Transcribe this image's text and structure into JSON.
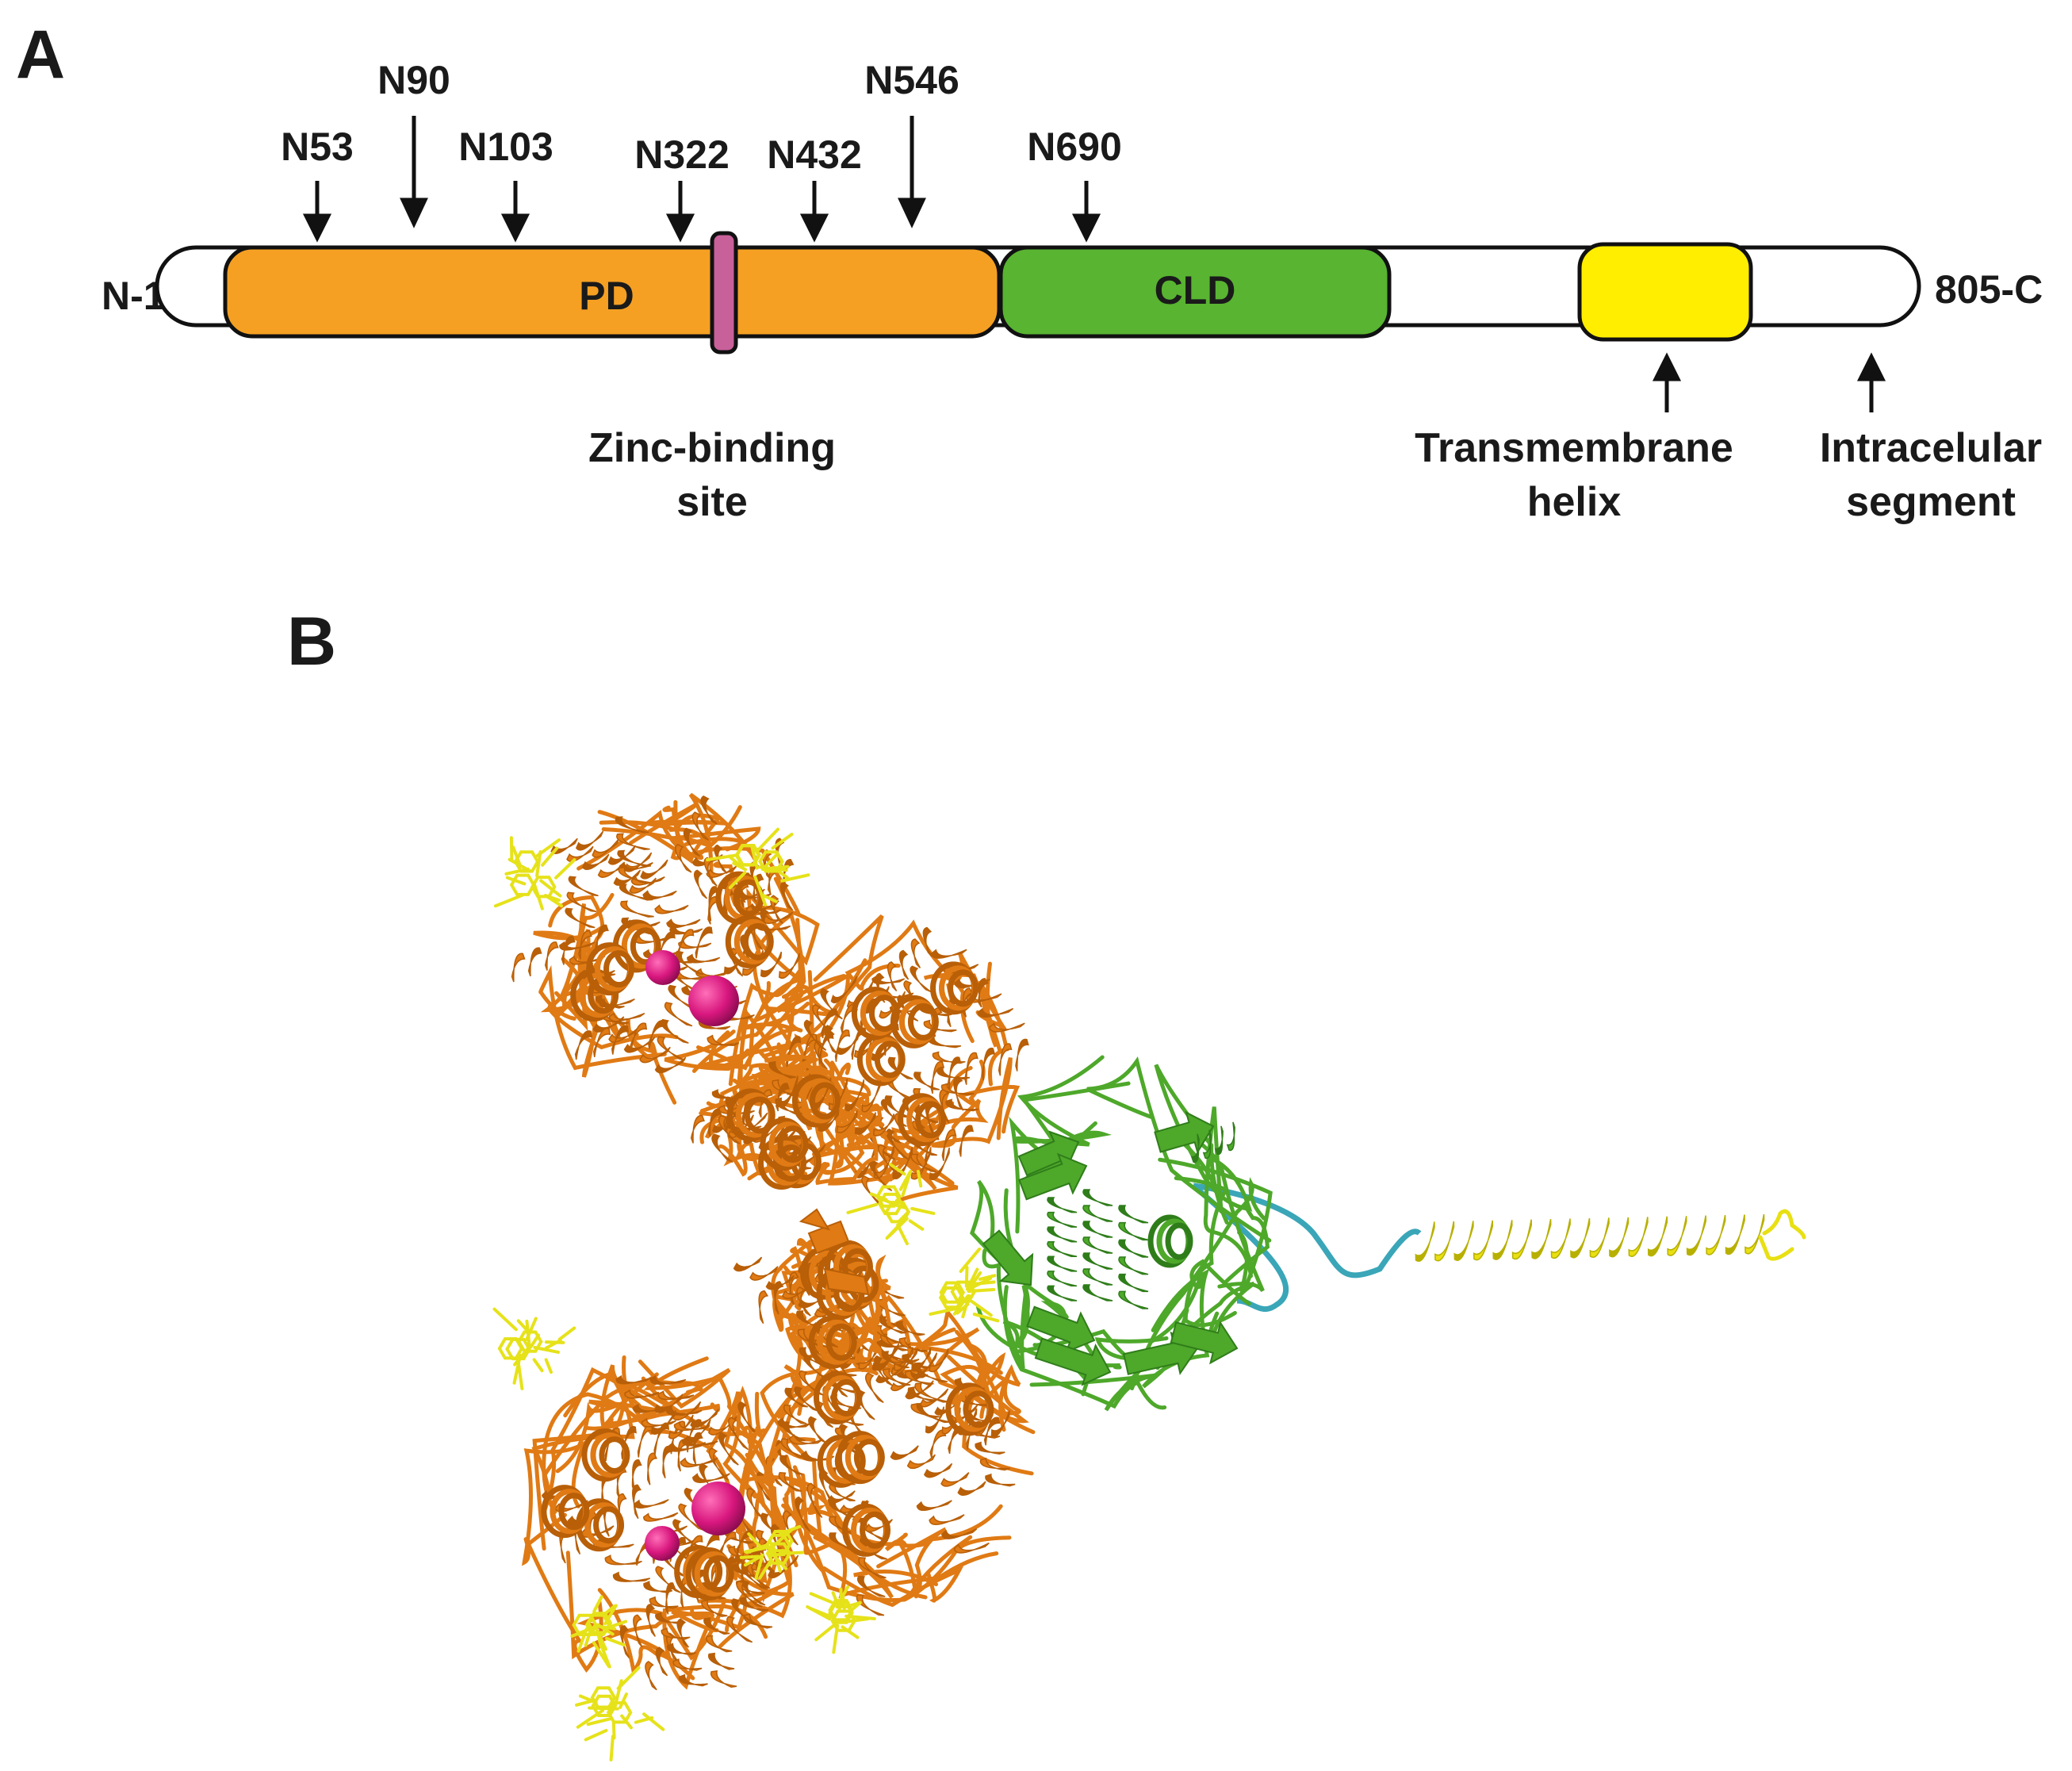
{
  "panel_a": {
    "label": "A",
    "n_terminus": "N-1",
    "c_terminus": "805-C",
    "domains": {
      "pd": {
        "label": "PD",
        "color": "#f5a023"
      },
      "cld": {
        "label": "CLD",
        "color": "#58b431"
      },
      "tm": {
        "color": "#ffee00"
      },
      "zinc": {
        "color": "#c8609a"
      }
    },
    "glycosylation_sites": [
      "N53",
      "N90",
      "N103",
      "N322",
      "N432",
      "N546",
      "N690"
    ],
    "annotations": {
      "zinc_line1": "Zinc-binding",
      "zinc_line2": "site",
      "tm_line1": "Transmembrane",
      "tm_line2": "helix",
      "ic_line1": "Intracelular",
      "ic_line2": "segment"
    }
  },
  "panel_b": {
    "label": "B",
    "colors": {
      "pd_ribbon": "#e07a14",
      "pd_ribbon_dark": "#b85f08",
      "cld_ribbon": "#4ea82a",
      "cld_ribbon_dark": "#2f7d1a",
      "linker": "#3aa6b8",
      "tm_helix": "#e8e012",
      "glycan": "#e6e21a",
      "zinc_ion": "#d8177e"
    }
  }
}
